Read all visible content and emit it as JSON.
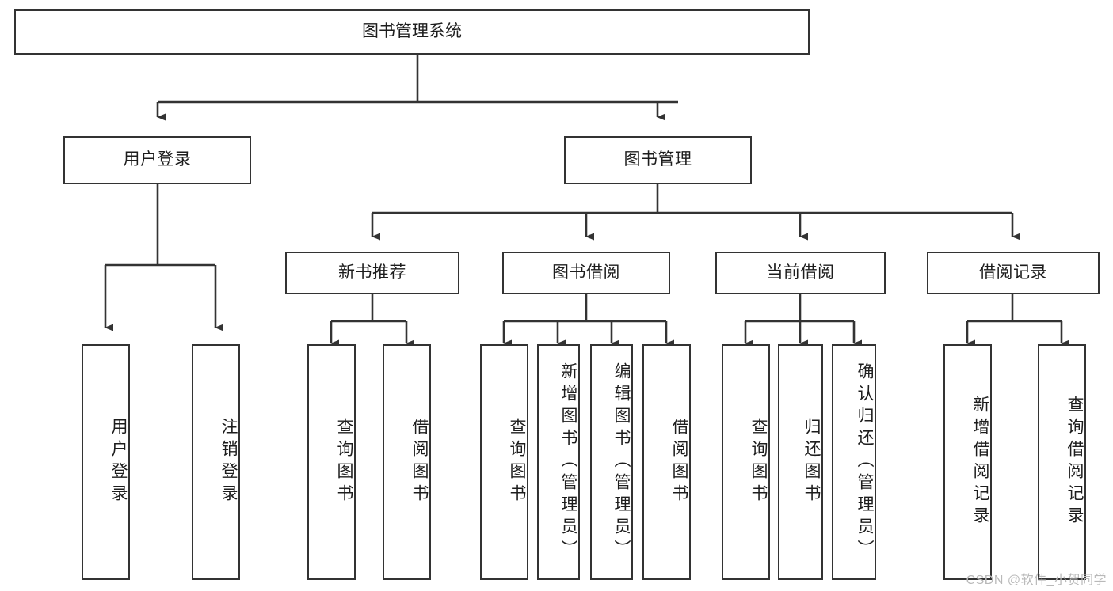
{
  "diagram": {
    "type": "tree",
    "title": "图书管理系统",
    "watermark": "CSDN @软件_小贺同学",
    "colors": {
      "box_border": "#333333",
      "box_fill": "#ffffff",
      "connector": "#333333",
      "text": "#1d1d1d",
      "watermark": "#b9b9b9",
      "background": "#ffffff"
    },
    "root": {
      "label": "图书管理系统"
    },
    "level2": [
      {
        "id": "user-login",
        "label": "用户登录"
      },
      {
        "id": "book-manage",
        "label": "图书管理"
      }
    ],
    "level3": [
      {
        "id": "new-book-recommend",
        "label": "新书推荐",
        "parent": "book-manage"
      },
      {
        "id": "book-borrow",
        "label": "图书借阅",
        "parent": "book-manage"
      },
      {
        "id": "current-borrow",
        "label": "当前借阅",
        "parent": "book-manage"
      },
      {
        "id": "borrow-record",
        "label": "借阅记录",
        "parent": "book-manage"
      }
    ],
    "leaves": {
      "user-login": [
        {
          "id": "leaf-user-login",
          "label": "用户登录"
        },
        {
          "id": "leaf-logout",
          "label": "注销登录"
        }
      ],
      "new-book-recommend": [
        {
          "id": "leaf-query-book-1",
          "label": "查询图书"
        },
        {
          "id": "leaf-borrow-book-1",
          "label": "借阅图书"
        }
      ],
      "book-borrow": [
        {
          "id": "leaf-query-book-2",
          "label": "查询图书"
        },
        {
          "id": "leaf-add-book",
          "label": "新增图书（管理员）"
        },
        {
          "id": "leaf-edit-book",
          "label": "编辑图书（管理员）"
        },
        {
          "id": "leaf-borrow-book-2",
          "label": "借阅图书"
        }
      ],
      "current-borrow": [
        {
          "id": "leaf-query-book-3",
          "label": "查询图书"
        },
        {
          "id": "leaf-return-book",
          "label": "归还图书"
        },
        {
          "id": "leaf-confirm-return",
          "label": "确认归还（管理员）"
        }
      ],
      "borrow-record": [
        {
          "id": "leaf-add-record",
          "label": "新增借阅记录"
        },
        {
          "id": "leaf-query-record",
          "label": "查询借阅记录"
        }
      ]
    }
  }
}
